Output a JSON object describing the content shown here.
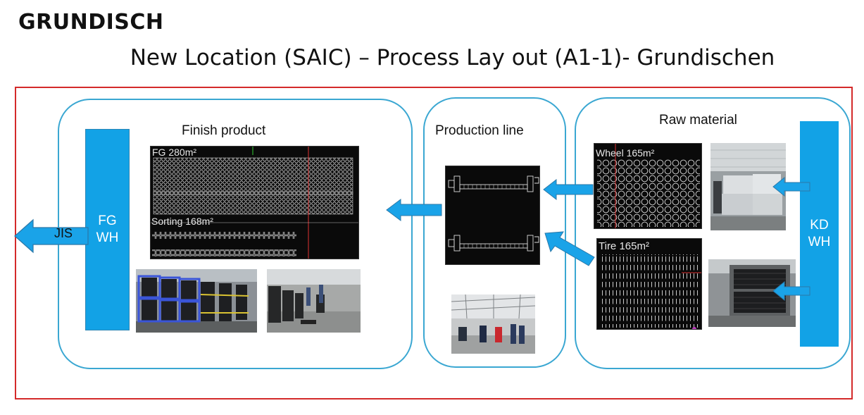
{
  "header": {
    "logo": "GRUNDISCH",
    "title": "New Location (SAIC) – Process Lay out (A1-1)- Grundischen"
  },
  "zones": {
    "finish_product": {
      "label": "Finish product"
    },
    "production_line": {
      "label": "Production line"
    },
    "raw_material": {
      "label": "Raw material"
    }
  },
  "warehouses": {
    "fg": {
      "line1": "FG",
      "line2": "WH"
    },
    "kd": {
      "line1": "KD",
      "line2": "WH"
    }
  },
  "output_arrow": {
    "label": "JIS"
  },
  "cad_plans": {
    "fg": {
      "label": "FG 280m²"
    },
    "sorting": {
      "label": "Sorting 168m²"
    },
    "wheel": {
      "label": "Wheel  165m²"
    },
    "tire": {
      "label": "Tire 165m²"
    }
  },
  "colors": {
    "frame": "#d42a2a",
    "zone_border": "#3aa7d2",
    "warehouse": "#12a2e6",
    "arrow": "#1aa3e8"
  }
}
